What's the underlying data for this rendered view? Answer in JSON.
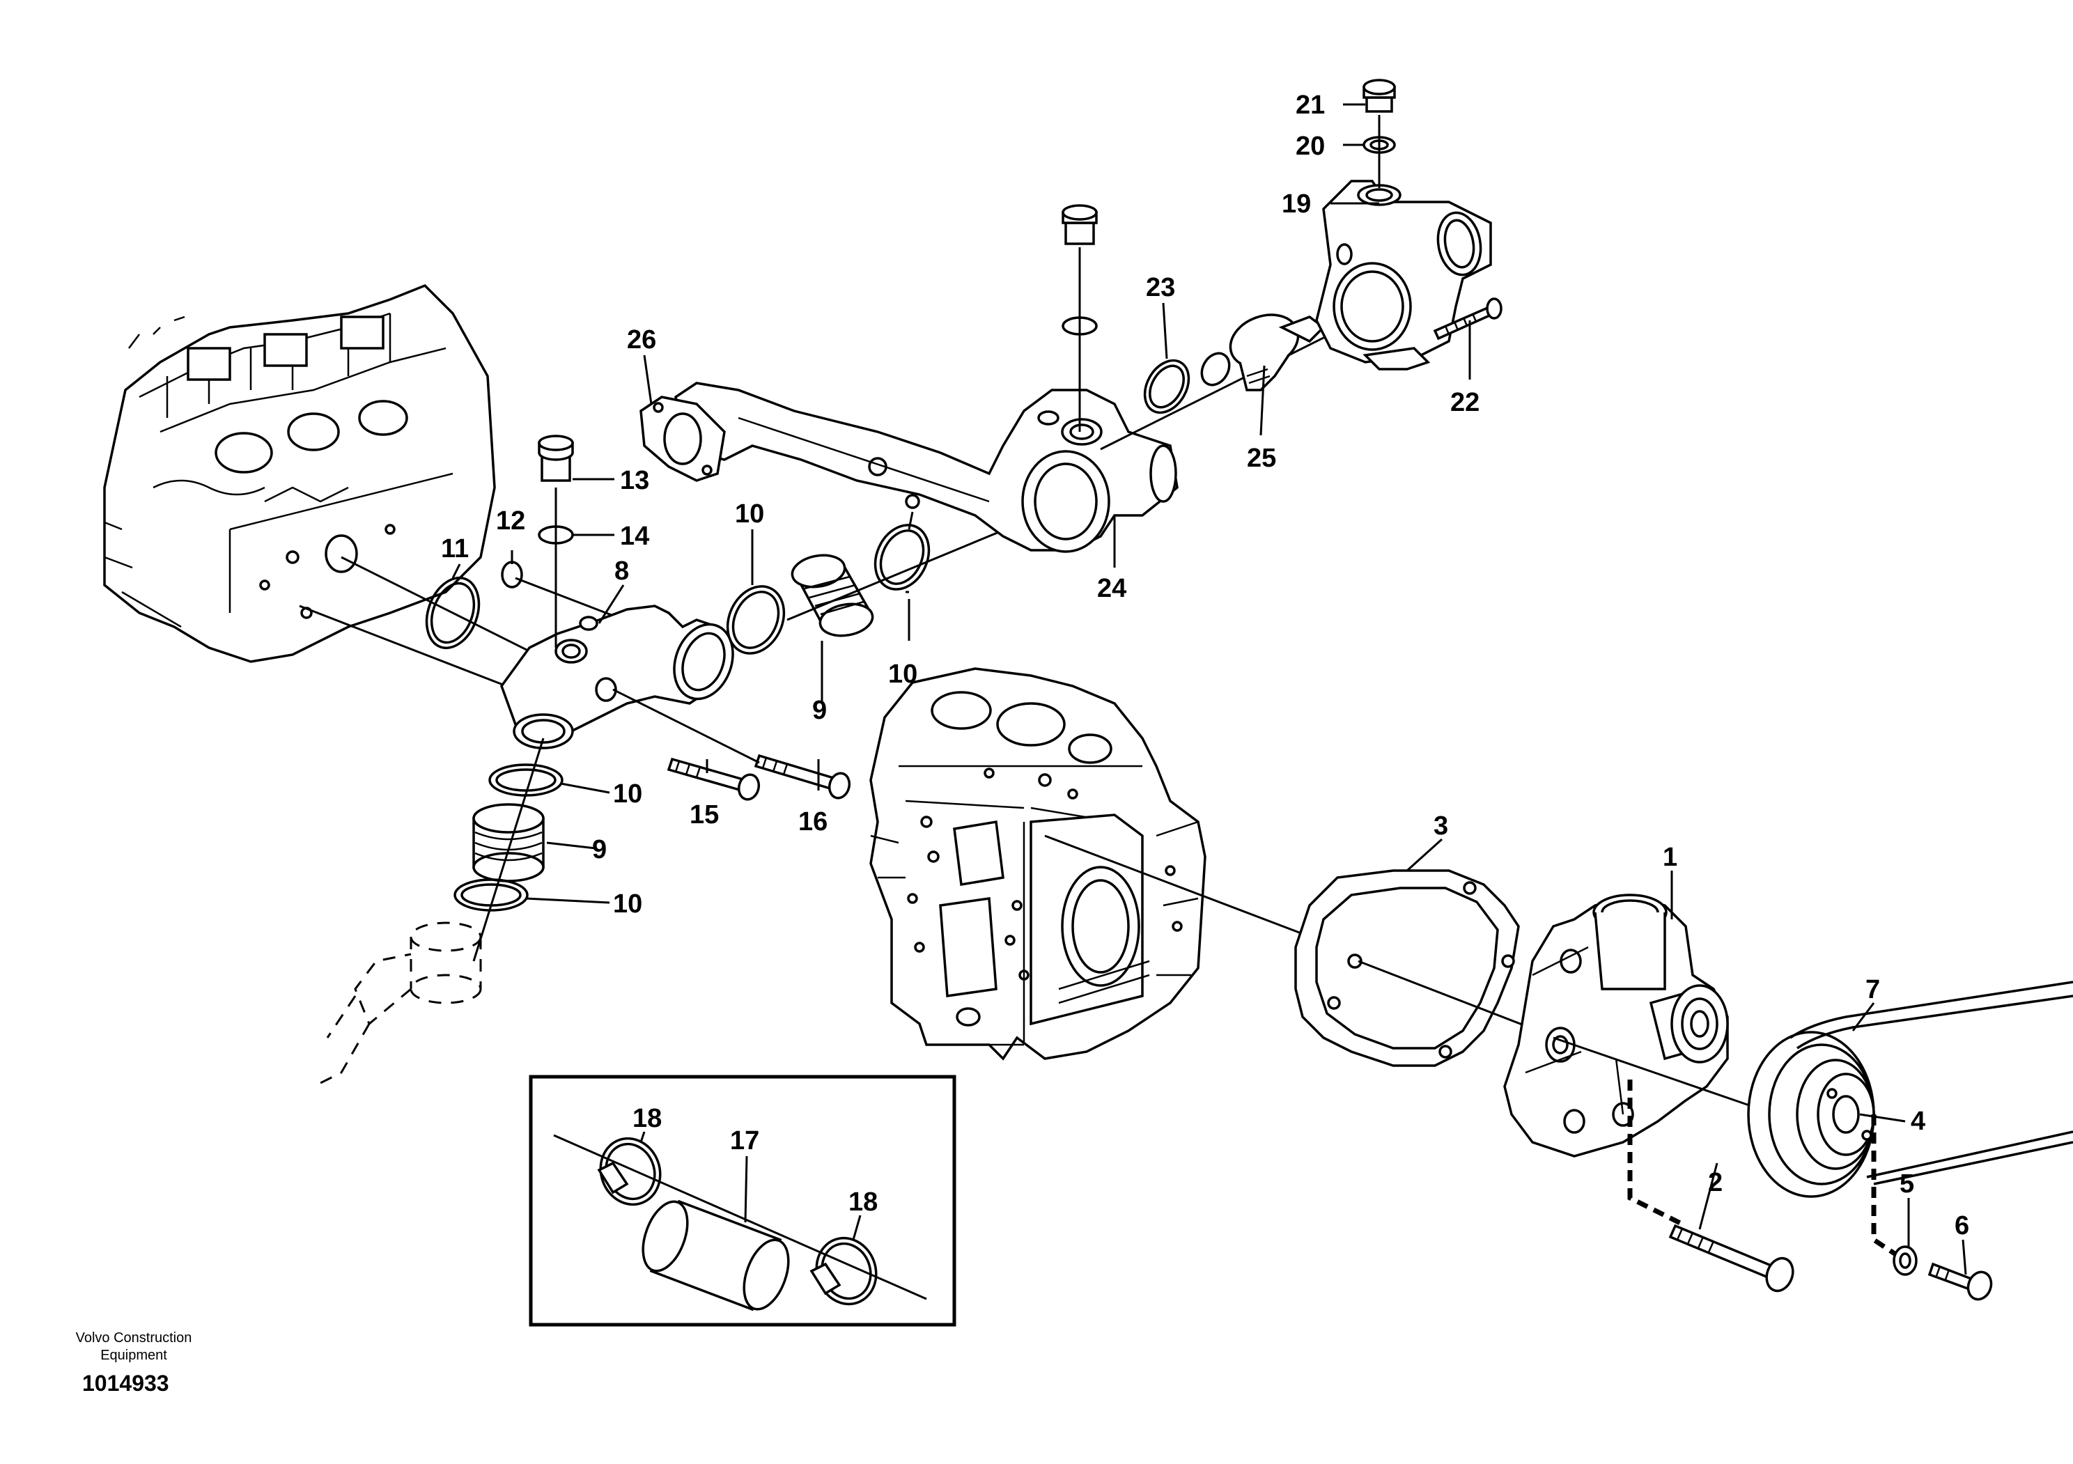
{
  "callouts": {
    "c1": "1",
    "c2": "2",
    "c3": "3",
    "c4": "4",
    "c5": "5",
    "c6": "6",
    "c7": "7",
    "c8": "8",
    "c9a": "9",
    "c9b": "9",
    "c10a": "10",
    "c10b": "10",
    "c10c": "10",
    "c10d": "10",
    "c11": "11",
    "c12": "12",
    "c13": "13",
    "c14": "14",
    "c15": "15",
    "c16": "16",
    "c17": "17",
    "c18a": "18",
    "c18b": "18",
    "c19": "19",
    "c20": "20",
    "c21": "21",
    "c22": "22",
    "c23": "23",
    "c24": "24",
    "c25": "25",
    "c26": "26"
  },
  "footer": {
    "company_line1": "Volvo Construction",
    "company_line2": "Equipment",
    "drawing_number": "1014933"
  }
}
